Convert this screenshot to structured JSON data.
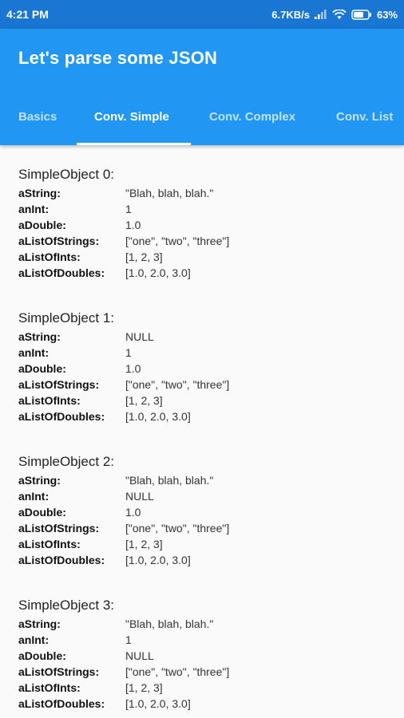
{
  "status_bar": {
    "time": "4:21 PM",
    "network_speed": "6.7KB/s",
    "battery": "63%"
  },
  "app_bar": {
    "title": "Let's parse some JSON"
  },
  "tabs": [
    {
      "label": "Basics",
      "active": false
    },
    {
      "label": "Conv. Simple",
      "active": true
    },
    {
      "label": "Conv. Complex",
      "active": false
    },
    {
      "label": "Conv. List",
      "active": false
    }
  ],
  "objects": [
    {
      "title": "SimpleObject 0:",
      "rows": [
        {
          "key": "aString:",
          "value": "\"Blah, blah, blah.\""
        },
        {
          "key": "anInt:",
          "value": "1"
        },
        {
          "key": "aDouble:",
          "value": "1.0"
        },
        {
          "key": "aListOfStrings:",
          "value": "[\"one\", \"two\", \"three\"]"
        },
        {
          "key": "aListOfInts:",
          "value": "[1, 2, 3]"
        },
        {
          "key": "aListOfDoubles:",
          "value": "[1.0, 2.0, 3.0]"
        }
      ]
    },
    {
      "title": "SimpleObject 1:",
      "rows": [
        {
          "key": "aString:",
          "value": "NULL"
        },
        {
          "key": "anInt:",
          "value": "1"
        },
        {
          "key": "aDouble:",
          "value": "1.0"
        },
        {
          "key": "aListOfStrings:",
          "value": "[\"one\", \"two\", \"three\"]"
        },
        {
          "key": "aListOfInts:",
          "value": "[1, 2, 3]"
        },
        {
          "key": "aListOfDoubles:",
          "value": "[1.0, 2.0, 3.0]"
        }
      ]
    },
    {
      "title": "SimpleObject 2:",
      "rows": [
        {
          "key": "aString:",
          "value": "\"Blah, blah, blah.\""
        },
        {
          "key": "anInt:",
          "value": "NULL"
        },
        {
          "key": "aDouble:",
          "value": "1.0"
        },
        {
          "key": "aListOfStrings:",
          "value": "[\"one\", \"two\", \"three\"]"
        },
        {
          "key": "aListOfInts:",
          "value": "[1, 2, 3]"
        },
        {
          "key": "aListOfDoubles:",
          "value": "[1.0, 2.0, 3.0]"
        }
      ]
    },
    {
      "title": "SimpleObject 3:",
      "rows": [
        {
          "key": "aString:",
          "value": "\"Blah, blah, blah.\""
        },
        {
          "key": "anInt:",
          "value": "1"
        },
        {
          "key": "aDouble:",
          "value": "NULL"
        },
        {
          "key": "aListOfStrings:",
          "value": "[\"one\", \"two\", \"three\"]"
        },
        {
          "key": "aListOfInts:",
          "value": "[1, 2, 3]"
        },
        {
          "key": "aListOfDoubles:",
          "value": "[1.0, 2.0, 3.0]"
        }
      ]
    }
  ]
}
